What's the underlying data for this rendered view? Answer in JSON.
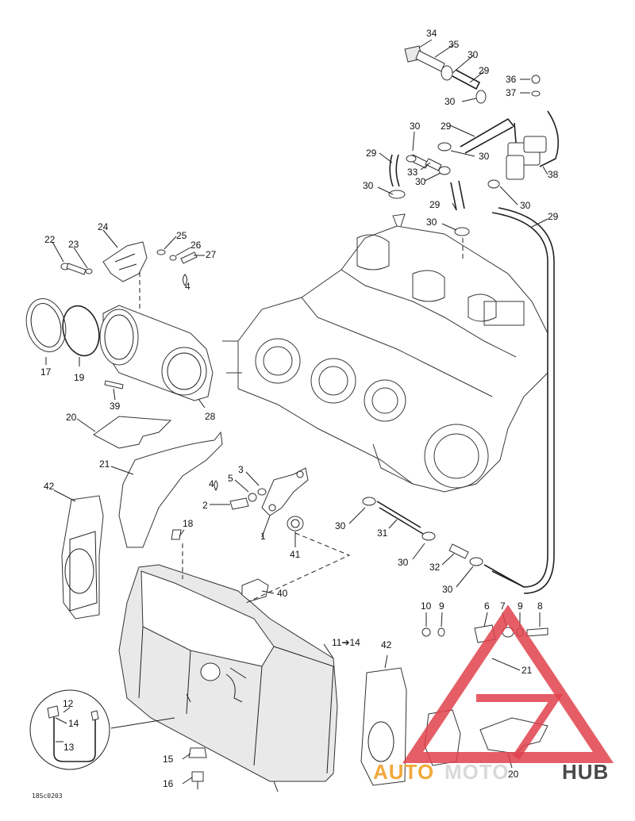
{
  "diagram": {
    "drawing_code": "18Sc0203",
    "callouts": [
      {
        "id": "c34",
        "text": "34"
      },
      {
        "id": "c35",
        "text": "35"
      },
      {
        "id": "c30a",
        "text": "30"
      },
      {
        "id": "c29a",
        "text": "29"
      },
      {
        "id": "c36",
        "text": "36"
      },
      {
        "id": "c37",
        "text": "37"
      },
      {
        "id": "c30b",
        "text": "30"
      },
      {
        "id": "c30c",
        "text": "30"
      },
      {
        "id": "c29b",
        "text": "29"
      },
      {
        "id": "c29c",
        "text": "29"
      },
      {
        "id": "c30d",
        "text": "30"
      },
      {
        "id": "c33",
        "text": "33"
      },
      {
        "id": "c30e",
        "text": "30"
      },
      {
        "id": "c38",
        "text": "38"
      },
      {
        "id": "c30f",
        "text": "30"
      },
      {
        "id": "c29d",
        "text": "29"
      },
      {
        "id": "c30g",
        "text": "30"
      },
      {
        "id": "c29e",
        "text": "29"
      },
      {
        "id": "c30h",
        "text": "30"
      },
      {
        "id": "c24",
        "text": "24"
      },
      {
        "id": "c22",
        "text": "22"
      },
      {
        "id": "c23",
        "text": "23"
      },
      {
        "id": "c25",
        "text": "25"
      },
      {
        "id": "c26",
        "text": "26"
      },
      {
        "id": "c27",
        "text": "27"
      },
      {
        "id": "c4a",
        "text": "4"
      },
      {
        "id": "c17",
        "text": "17"
      },
      {
        "id": "c19",
        "text": "19"
      },
      {
        "id": "c39",
        "text": "39"
      },
      {
        "id": "c28",
        "text": "28"
      },
      {
        "id": "c20a",
        "text": "20"
      },
      {
        "id": "c21a",
        "text": "21"
      },
      {
        "id": "c42a",
        "text": "42"
      },
      {
        "id": "c3",
        "text": "3"
      },
      {
        "id": "c5",
        "text": "5"
      },
      {
        "id": "c4b",
        "text": "4"
      },
      {
        "id": "c2",
        "text": "2"
      },
      {
        "id": "c1",
        "text": "1"
      },
      {
        "id": "c18",
        "text": "18"
      },
      {
        "id": "c41",
        "text": "41"
      },
      {
        "id": "c30i",
        "text": "30"
      },
      {
        "id": "c31",
        "text": "31"
      },
      {
        "id": "c30j",
        "text": "30"
      },
      {
        "id": "c32",
        "text": "32"
      },
      {
        "id": "c30k",
        "text": "30"
      },
      {
        "id": "c40",
        "text": "40"
      },
      {
        "id": "c10",
        "text": "10"
      },
      {
        "id": "c9a",
        "text": "9"
      },
      {
        "id": "c6",
        "text": "6"
      },
      {
        "id": "c7",
        "text": "7"
      },
      {
        "id": "c9b",
        "text": "9"
      },
      {
        "id": "c8",
        "text": "8"
      },
      {
        "id": "c11_14",
        "text": "11➔14"
      },
      {
        "id": "c42b",
        "text": "42"
      },
      {
        "id": "c21b",
        "text": "21"
      },
      {
        "id": "c12",
        "text": "12"
      },
      {
        "id": "c14",
        "text": "14"
      },
      {
        "id": "c13",
        "text": "13"
      },
      {
        "id": "c15",
        "text": "15"
      },
      {
        "id": "c16",
        "text": "16"
      },
      {
        "id": "c20b",
        "text": "20"
      }
    ]
  },
  "watermark": {
    "part1": "AUTO",
    "part2": "MOTO",
    "part3": "HUB",
    "colors": {
      "triangle": "#e0424c",
      "auto": "#f2a93b",
      "moto": "#d9d9d9",
      "hub": "#4a4a4a"
    }
  }
}
